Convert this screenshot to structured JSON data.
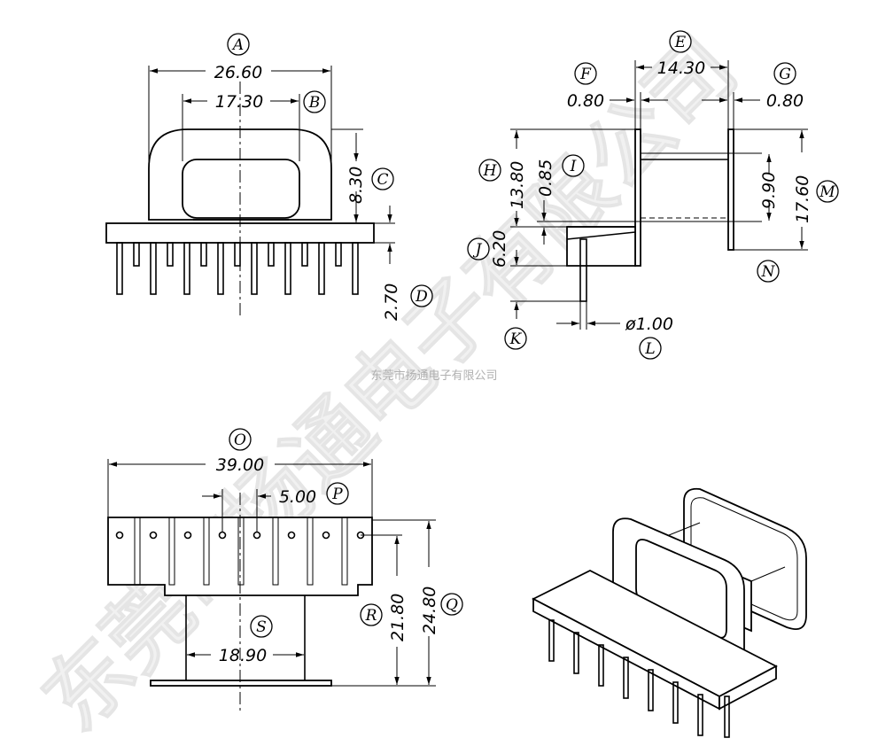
{
  "watermark": {
    "small_text": "东莞市扬通电子有限公司",
    "large_text": "东莞市扬通电子有限公司"
  },
  "callouts": {
    "A": "A",
    "B": "B",
    "C": "C",
    "D": "D",
    "E": "E",
    "F": "F",
    "G": "G",
    "H": "H",
    "I": "I",
    "J": "J",
    "K": "K",
    "L": "L",
    "M": "M",
    "N": "N",
    "O": "O",
    "P": "P",
    "Q": "Q",
    "R": "R",
    "S": "S"
  },
  "dimensions": {
    "A": "26.60",
    "B": "17.30",
    "C": "8.30",
    "D": "2.70",
    "E": "14.30",
    "F": "0.80",
    "G": "0.80",
    "H": "13.80",
    "I": "0.85",
    "J": "6.20",
    "L": "ø1.00",
    "M": "17.60",
    "N": "9.90",
    "O": "39.00",
    "P": "5.00",
    "Q": "24.80",
    "R": "21.80",
    "S": "18.90"
  }
}
